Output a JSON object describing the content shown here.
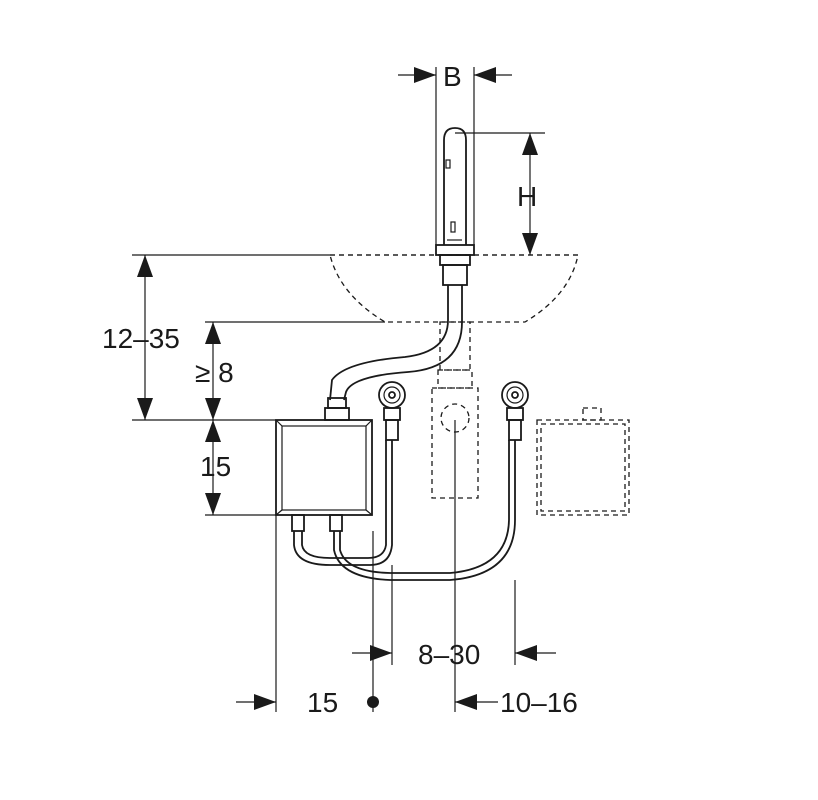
{
  "labels": {
    "b": "B",
    "h": "H",
    "basin_height": "12–35",
    "min_clearance": "≥ 8",
    "box_height": "15",
    "pipe_spacing": "8–30",
    "box_offset": "15",
    "drain_offset": "10–16"
  }
}
